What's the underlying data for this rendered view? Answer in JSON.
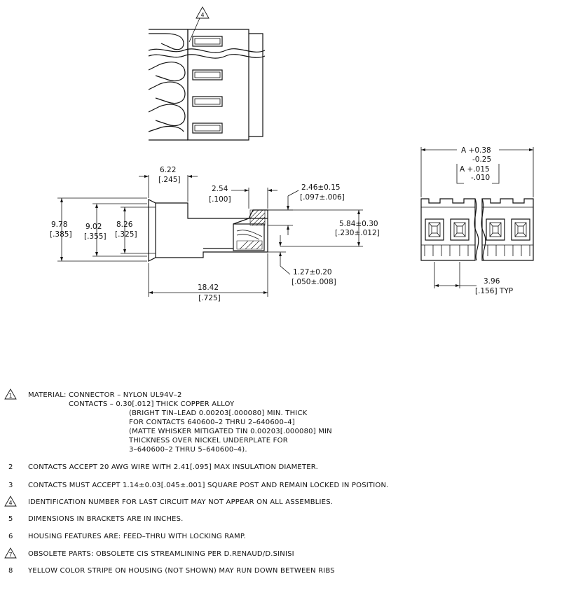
{
  "top_view": {
    "callout_note": "4"
  },
  "side_view": {
    "dims": {
      "d622": [
        "6.22",
        "[.245]"
      ],
      "d254": [
        "2.54",
        "[.100]"
      ],
      "d246": [
        "2.46±0.15",
        "[.097±.006]"
      ],
      "d978": [
        "9.78",
        "[.385]"
      ],
      "d902": [
        "9.02",
        "[.355]"
      ],
      "d826": [
        "8.26",
        "[.325]"
      ],
      "d584": [
        "5.84±0.30",
        "[.230±.012]"
      ],
      "d127": [
        "1.27±0.20",
        "[.050±.008]"
      ],
      "d1842": [
        "18.42",
        "[.725]"
      ]
    }
  },
  "front_view": {
    "dim_a": [
      "A  +0.38",
      "-0.25"
    ],
    "dim_a_in": [
      "A  +.015",
      "-.010"
    ],
    "pitch": [
      "3.96",
      "[.156]  TYP"
    ]
  },
  "notes": [
    {
      "num": "1",
      "tri": true,
      "lines": [
        "MATERIAL: CONNECTOR  –  NYLON UL94V–2",
        "CONTACTS  –     0.30[.012] THICK COPPER ALLOY",
        "(BRIGHT TIN–LEAD 0.00203[.000080] MIN. THICK",
        "FOR CONTACTS 640600–2 THRU 2–640600–4]",
        "(MATTE WHISKER MITIGATED TIN 0.00203[.000080] MIN",
        "THICKNESS OVER NICKEL UNDERPLATE FOR",
        "3–640600–2 THRU 5–640600–4)."
      ]
    },
    {
      "num": "2",
      "tri": false,
      "lines": [
        "CONTACTS ACCEPT 20 AWG WIRE WITH 2.41[.095] MAX INSULATION DIAMETER."
      ]
    },
    {
      "num": "3",
      "tri": false,
      "lines": [
        "CONTACTS MUST ACCEPT 1.14±0.03[.045±.001] SQUARE POST AND REMAIN LOCKED IN POSITION."
      ]
    },
    {
      "num": "4",
      "tri": true,
      "lines": [
        "IDENTIFICATION NUMBER FOR LAST CIRCUIT MAY NOT APPEAR ON ALL ASSEMBLIES."
      ]
    },
    {
      "num": "5",
      "tri": false,
      "lines": [
        "DIMENSIONS IN BRACKETS ARE IN INCHES."
      ]
    },
    {
      "num": "6",
      "tri": false,
      "lines": [
        "HOUSING FEATURES ARE: FEED–THRU WITH LOCKING RAMP."
      ]
    },
    {
      "num": "7",
      "tri": true,
      "lines": [
        "OBSOLETE PARTS: OBSOLETE CIS STREAMLINING PER D.RENAUD/D.SINISI"
      ]
    },
    {
      "num": "8",
      "tri": false,
      "lines": [
        "YELLOW COLOR STRIPE ON HOUSING (NOT SHOWN) MAY RUN DOWN BETWEEN RIBS"
      ]
    }
  ]
}
